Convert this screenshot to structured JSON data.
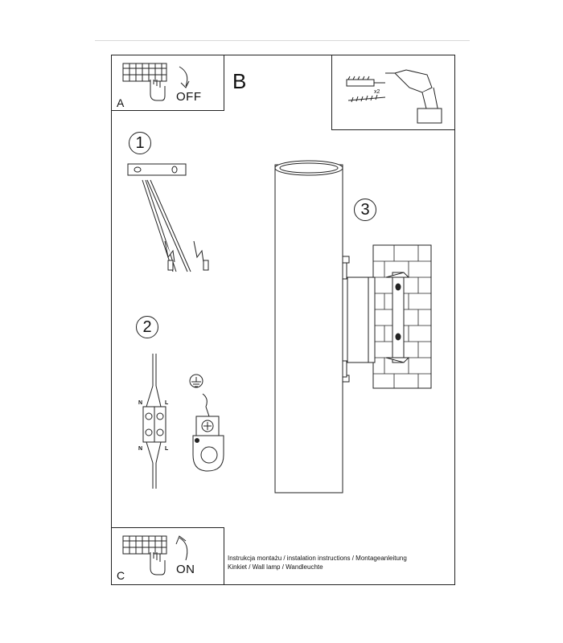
{
  "panel_a": {
    "letter": "A",
    "label": "OFF"
  },
  "panel_b": {
    "letter": "B"
  },
  "panel_c": {
    "letter": "C",
    "label": "ON"
  },
  "tools": {
    "quantity": "x2"
  },
  "steps": [
    "1",
    "2",
    "3"
  ],
  "wiring": {
    "n_top": "N",
    "l_top": "L",
    "n_bottom": "N",
    "l_bottom": "L"
  },
  "caption": {
    "line1": "Instrukcja montażu / instalation instructions / Montageanleitung",
    "line2": "Kinkiet / Wall lamp / Wandleuchte"
  }
}
